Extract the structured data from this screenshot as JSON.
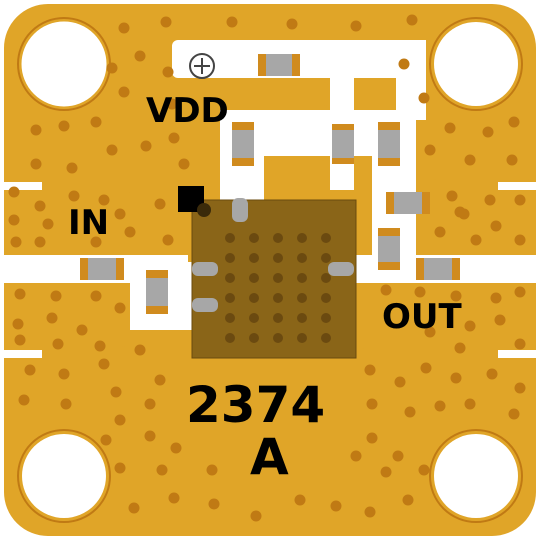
{
  "labels": {
    "vdd": "VDD",
    "input": "IN",
    "output": "OUT",
    "part_number": "2374",
    "revision": "A"
  },
  "colors": {
    "pcb_gold": "#E0A528",
    "copper_dot": "#C07A14",
    "trace_white": "#FFFFFF",
    "chip_body": "#8A6518",
    "component_gray": "#A7A7A7",
    "component_end": "#D08B1E",
    "marker_black": "#000000",
    "text": "#000000"
  },
  "icons": {
    "via_marker": "crossed-circle-icon",
    "pin1_marker": "filled-square-icon"
  }
}
